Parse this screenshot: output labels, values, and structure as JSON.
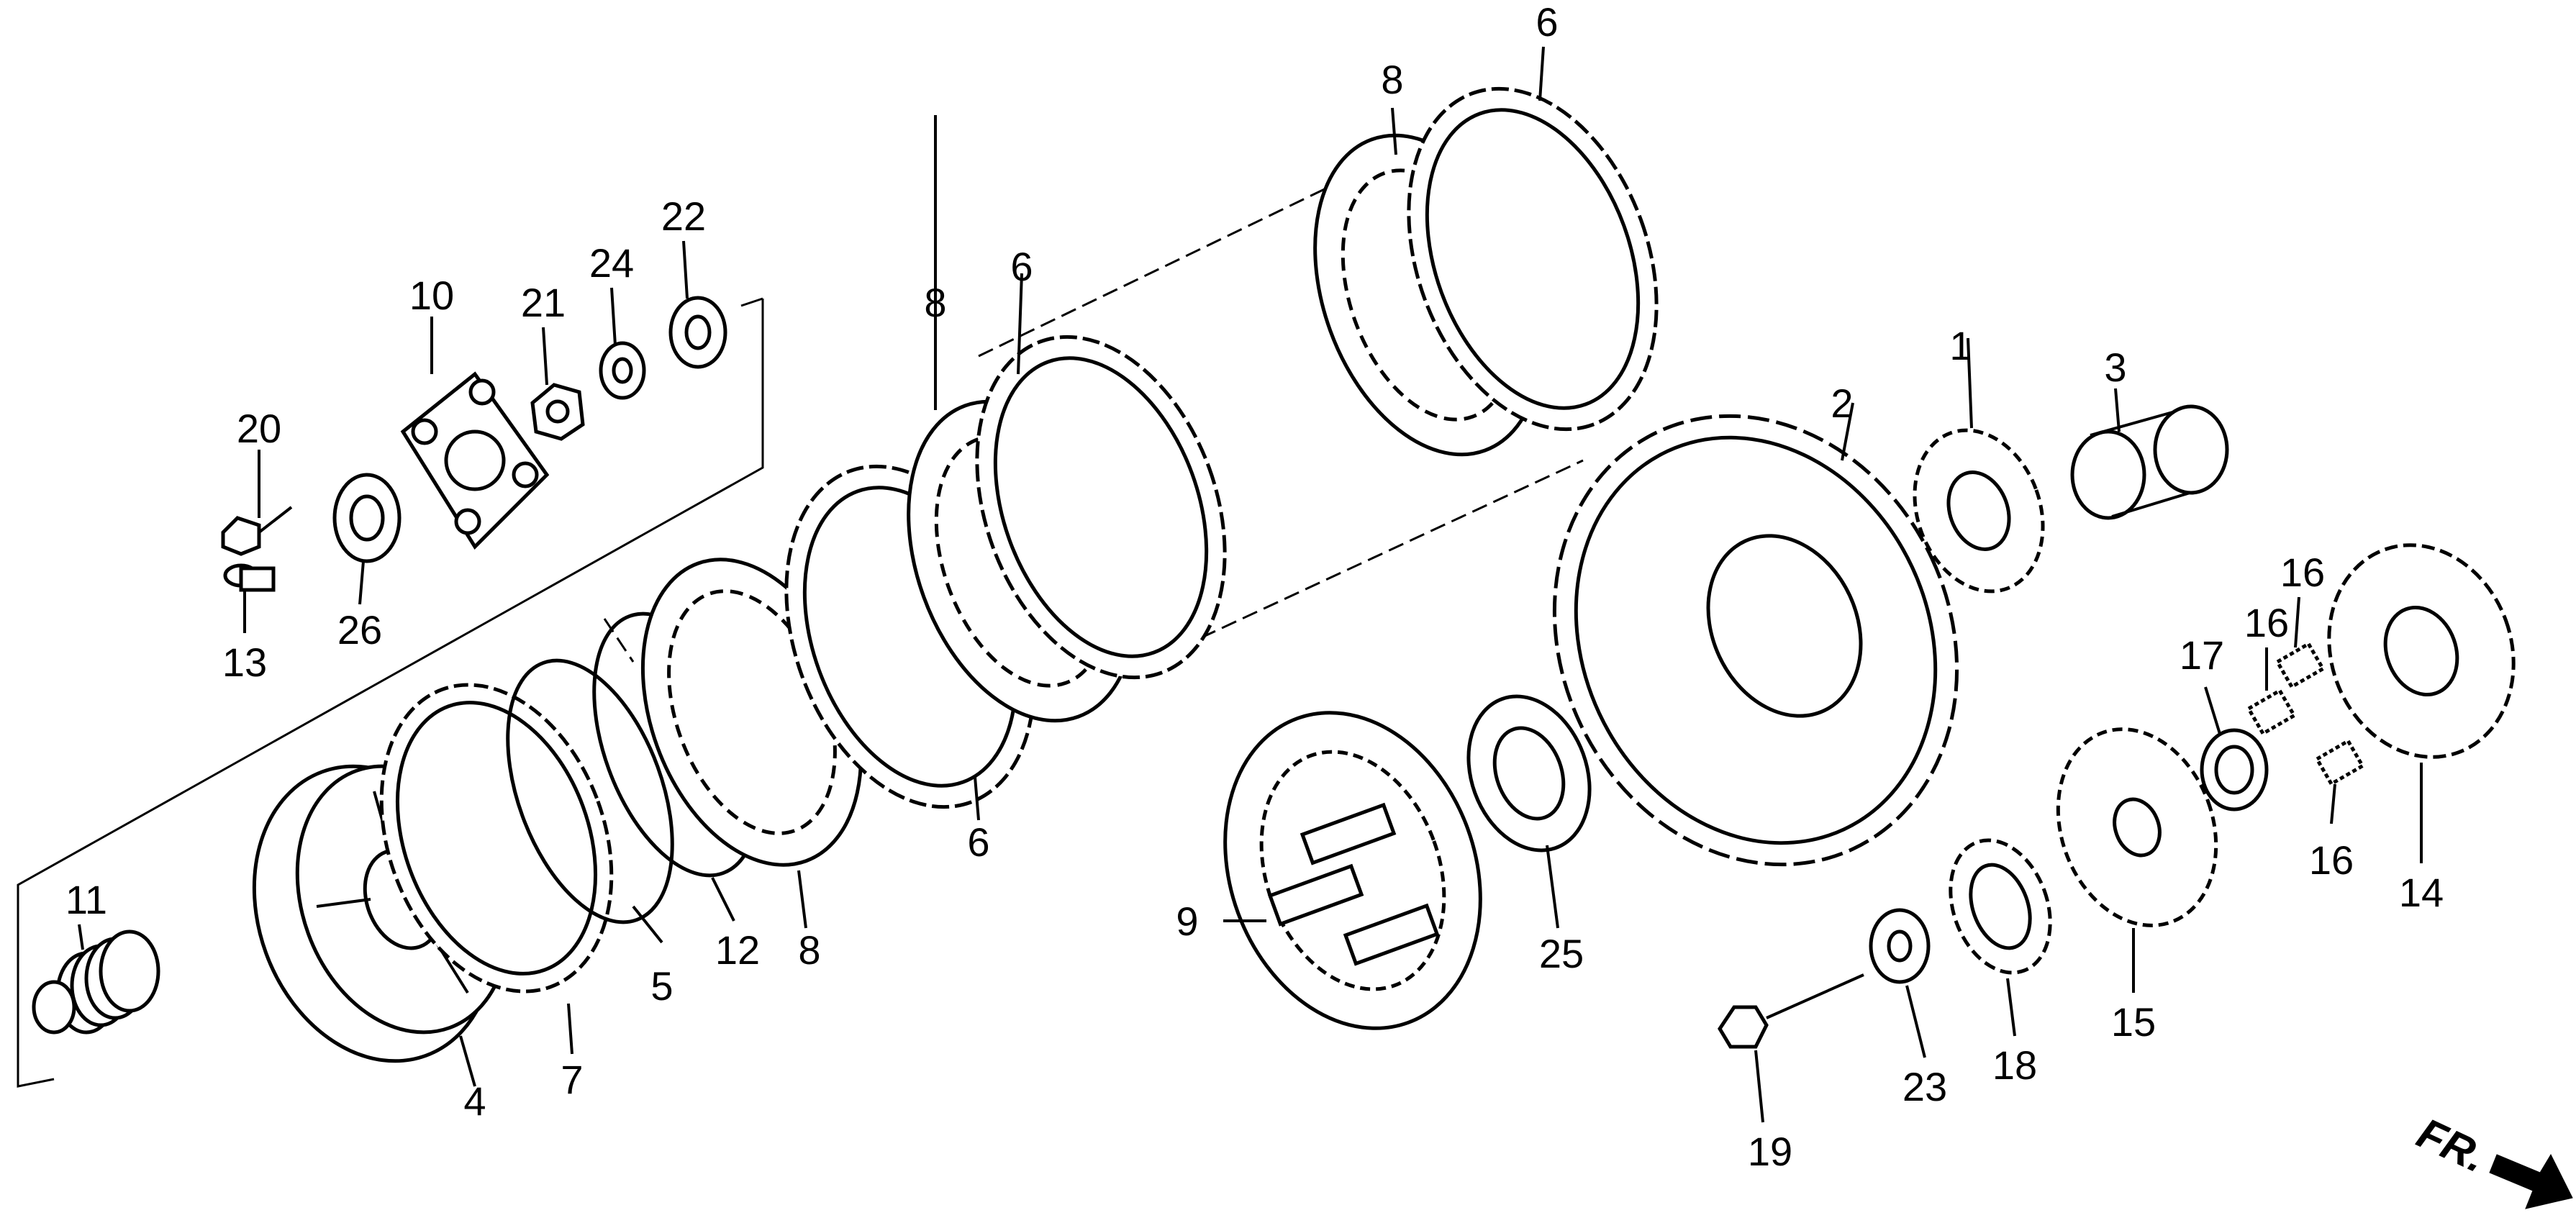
{
  "labels": {
    "p1": "1",
    "p2": "2",
    "p3": "3",
    "p4": "4",
    "p5": "5",
    "p6a": "6",
    "p6b": "6",
    "p6c": "6",
    "p7": "7",
    "p8a": "8",
    "p8b": "8",
    "p8c": "8",
    "p9": "9",
    "p10": "10",
    "p11": "11",
    "p12": "12",
    "p13": "13",
    "p14": "14",
    "p15": "15",
    "p16a": "16",
    "p16b": "16",
    "p16c": "16",
    "p17": "17",
    "p18": "18",
    "p19": "19",
    "p20": "20",
    "p21": "21",
    "p22": "22",
    "p23": "23",
    "p24": "24",
    "p25": "25",
    "p26": "26"
  },
  "direction_marker": {
    "text": "FR.",
    "icon": "front-direction-arrow-icon"
  }
}
